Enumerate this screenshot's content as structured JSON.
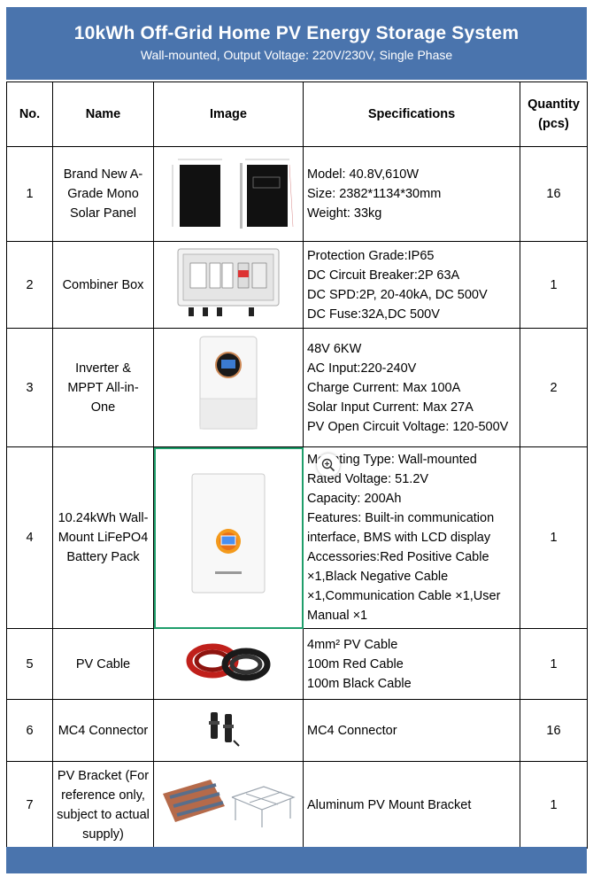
{
  "header": {
    "title": "10kWh Off-Grid Home PV Energy Storage System",
    "subtitle": "Wall-mounted, Output Voltage: 220V/230V, Single Phase"
  },
  "table": {
    "columns": [
      "No.",
      "Name",
      "Image",
      "Specifications",
      "Quantity (pcs)"
    ],
    "rows": [
      {
        "no": "1",
        "name": "Brand New A-Grade Mono Solar Panel",
        "image": "solar-panel-diagram",
        "specs": [
          "Model: 40.8V,610W",
          "Size: 2382*1134*30mm",
          "Weight: 33kg"
        ],
        "qty": "16"
      },
      {
        "no": "2",
        "name": "Combiner Box",
        "image": "combiner-box",
        "specs": [
          "Protection Grade:IP65",
          "DC Circuit Breaker:2P 63A",
          "DC SPD:2P, 20-40kA, DC 500V",
          "DC Fuse:32A,DC 500V"
        ],
        "qty": "1"
      },
      {
        "no": "3",
        "name": "Inverter & MPPT All-in-One",
        "image": "inverter",
        "specs": [
          "48V 6KW",
          "AC Input:220-240V",
          "Charge Current: Max 100A",
          "Solar Input Current: Max 27A",
          "PV Open Circuit Voltage: 120-500V"
        ],
        "qty": "2"
      },
      {
        "no": "4",
        "name": "10.24kWh Wall-Mount LiFePO4 Battery Pack",
        "image": "battery-pack",
        "specs": [
          "Mounting Type: Wall-mounted",
          "Rated Voltage: 51.2V",
          "Capacity: 200Ah",
          "Features: Built-in communication interface, BMS with LCD display",
          "Accessories:Red Positive Cable ×1,Black Negative Cable ×1,Communication Cable ×1,User Manual ×1"
        ],
        "qty": "1"
      },
      {
        "no": "5",
        "name": "PV Cable",
        "image": "pv-cable",
        "specs": [
          "4mm² PV Cable",
          "100m Red Cable",
          "100m Black Cable"
        ],
        "qty": "1"
      },
      {
        "no": "6",
        "name": "MC4 Connector",
        "image": "mc4-connector",
        "specs": [
          "MC4 Connector"
        ],
        "qty": "16"
      },
      {
        "no": "7",
        "name": "PV Bracket (For reference only, subject to actual supply)",
        "image": "pv-bracket",
        "specs": [
          "Aluminum PV Mount Bracket"
        ],
        "qty": "1"
      }
    ]
  },
  "colors": {
    "header_bg": "#4a74ad",
    "selection": "#1f9e6b"
  },
  "zoom_icon": "zoom-in-icon"
}
